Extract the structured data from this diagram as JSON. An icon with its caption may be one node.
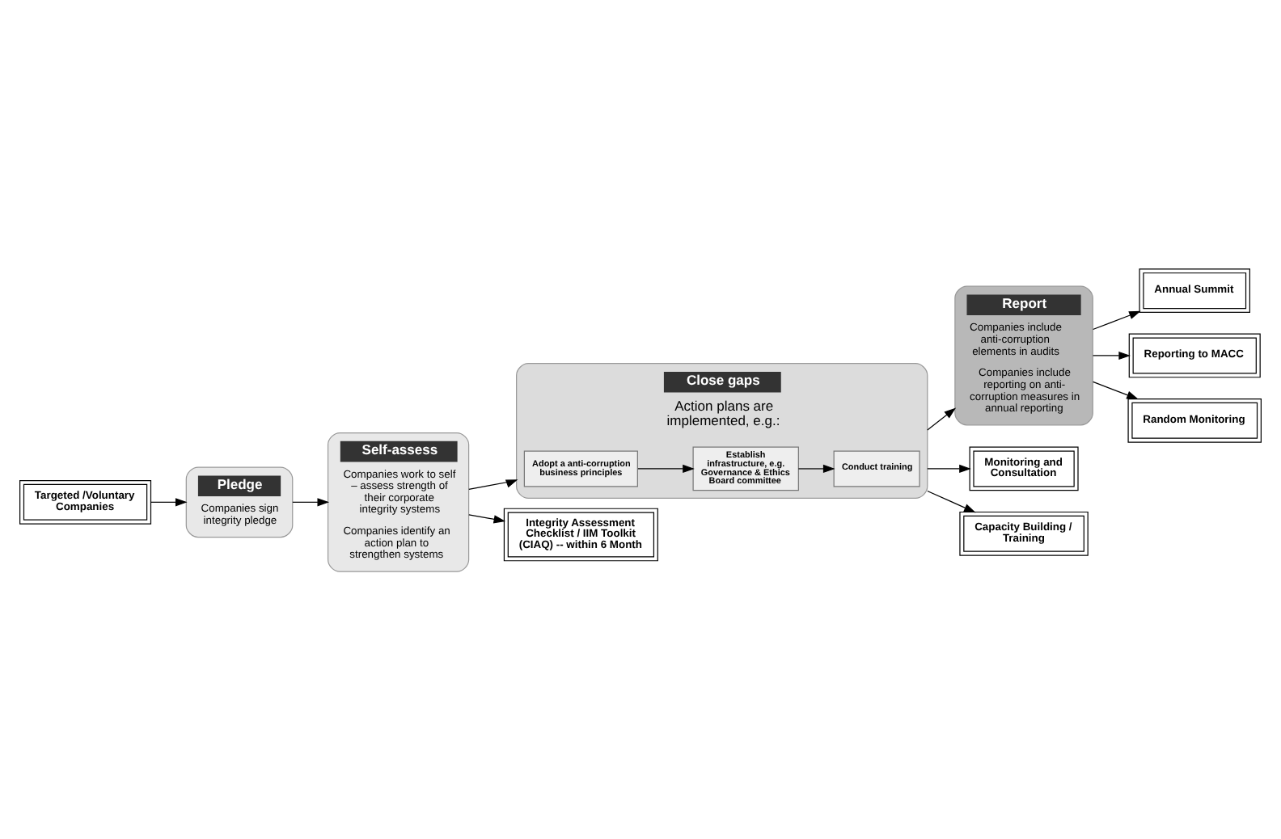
{
  "diagram": {
    "nodes": [
      {
        "text": [
          "Targeted /Voluntary Companies"
        ]
      },
      {
        "text": [
          "Pledge",
          "Companies sign integrity pledge"
        ]
      },
      {
        "text": [
          "Self-assess",
          "Companies work to self – assess strength of their corporate integrity systems",
          "Companies identify an action plan to strengthen systems"
        ]
      },
      {
        "text": [
          "Close gaps",
          "Action plans are implemented, e.g.:"
        ]
      },
      {
        "text": [
          "Adopt a anti-corruption business principles"
        ],
        "in": 3
      },
      {
        "text": [
          "Establish infrastructure, e.g. Governance & Ethics Board committee"
        ],
        "in": 3
      },
      {
        "text": [
          "Conduct training"
        ],
        "in": 3
      },
      {
        "text": [
          "Report",
          "Companies include anti-corruption elements in audits",
          "Companies include reporting on anti-corruption measures in annual reporting"
        ]
      },
      {
        "text": [
          "Integrity Assessment Checklist / IIM Toolkit (CIAQ) -- within 6 Month"
        ]
      },
      {
        "text": [
          "Monitoring and Consultation"
        ]
      },
      {
        "text": [
          "Annual Summit"
        ]
      },
      {
        "text": [
          "Reporting to MACC"
        ]
      },
      {
        "text": [
          "Random Monitoring"
        ]
      },
      {
        "text": [
          "Capacity Building / Training"
        ]
      }
    ],
    "edges": [
      {
        "from": 0,
        "to": 1,
        "arrow": "to"
      },
      {
        "from": 1,
        "to": 2,
        "arrow": "to"
      },
      {
        "from": 2,
        "to": 3,
        "arrow": "to"
      },
      {
        "from": 3,
        "to": 7,
        "arrow": "to"
      },
      {
        "from": 4,
        "to": 5,
        "arrow": "to"
      },
      {
        "from": 5,
        "to": 6,
        "arrow": "to"
      },
      {
        "from": 2,
        "to": 8,
        "arrow": "to"
      },
      {
        "from": 3,
        "to": 9,
        "arrow": "to"
      },
      {
        "from": 7,
        "to": 10,
        "arrow": "to"
      },
      {
        "from": 7,
        "to": 11,
        "arrow": "to"
      },
      {
        "from": 7,
        "to": 12,
        "arrow": "to"
      },
      {
        "from": 3,
        "to": 13,
        "arrow": "to"
      }
    ]
  }
}
